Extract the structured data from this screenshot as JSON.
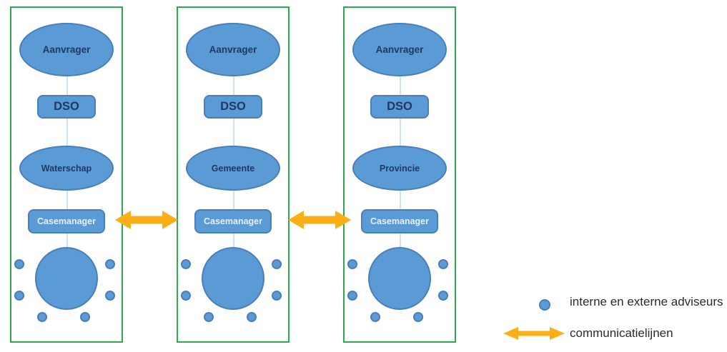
{
  "lanes": [
    {
      "applicant": "Aanvrager",
      "dso": "DSO",
      "authority": "Waterschap",
      "casemanager": "Casemanager"
    },
    {
      "applicant": "Aanvrager",
      "dso": "DSO",
      "authority": "Gemeente",
      "casemanager": "Casemanager"
    },
    {
      "applicant": "Aanvrager",
      "dso": "DSO",
      "authority": "Provincie",
      "casemanager": "Casemanager"
    }
  ],
  "legend": {
    "advisors": "interne en externe adviseurs",
    "communication": "communicatielijnen"
  },
  "colors": {
    "shape_blue": "#5b9bd5",
    "shape_border_blue": "#4a7ebb",
    "frame_green": "#2aab4d",
    "arrow_orange": "#fbaf17",
    "label_dark_blue": "#1f3864",
    "label_light": "#e7eff8",
    "legend_text": "#2b2b2b"
  }
}
